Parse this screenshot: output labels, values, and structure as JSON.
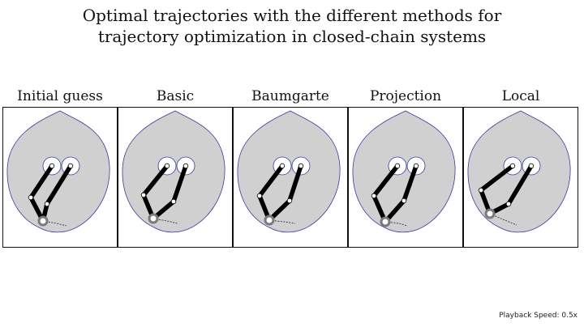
{
  "title": {
    "line1": "Optimal trajectories with the different methods for",
    "line2": "trajectory optimization in closed-chain systems"
  },
  "panels": [
    {
      "label": "Initial guess",
      "variant": 0
    },
    {
      "label": "Basic",
      "variant": 1
    },
    {
      "label": "Baumgarte",
      "variant": 2
    },
    {
      "label": "Projection",
      "variant": 3
    },
    {
      "label": "Local",
      "variant": 4
    }
  ],
  "playback": {
    "label": "Playback Speed: 0.5x"
  },
  "colors": {
    "workspace_fill": "#d0d0d0",
    "workspace_outline": "#3a3aa0",
    "link": "#000000",
    "joint": "#ffffff",
    "effector_ring": "#7a7a7a"
  }
}
